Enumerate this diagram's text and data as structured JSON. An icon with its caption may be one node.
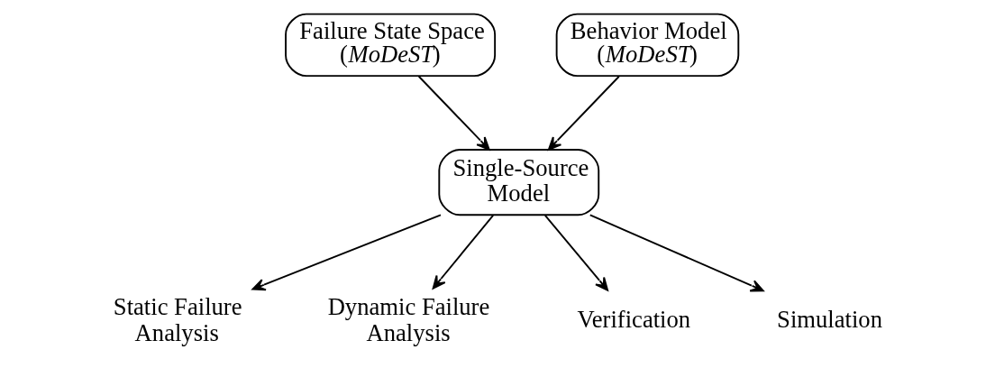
{
  "diagram": {
    "nodes": [
      {
        "text": [
          "Failure State Space (*MoDeST*)"
        ]
      },
      {
        "text": [
          "Behavior Model (*MoDeST*)"
        ]
      },
      {
        "text": [
          "Single-Source Model"
        ]
      },
      {
        "text": [
          "Static Failure Analysis"
        ]
      },
      {
        "text": [
          "Dynamic Failure Analysis"
        ]
      },
      {
        "text": [
          "Verification"
        ]
      },
      {
        "text": [
          "Simulation"
        ]
      }
    ],
    "edges": [
      {
        "from": 0,
        "to": 2,
        "arrow": "to"
      },
      {
        "from": 1,
        "to": 2,
        "arrow": "to"
      },
      {
        "from": 2,
        "to": 3,
        "arrow": "to"
      },
      {
        "from": 2,
        "to": 4,
        "arrow": "to"
      },
      {
        "from": 2,
        "to": 5,
        "arrow": "to"
      },
      {
        "from": 2,
        "to": 6,
        "arrow": "to"
      }
    ]
  }
}
